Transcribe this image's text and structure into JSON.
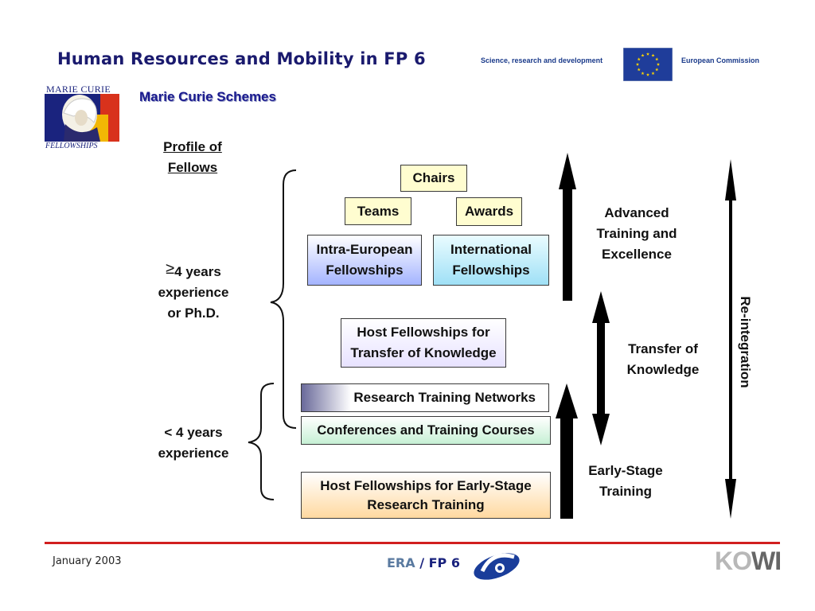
{
  "header": {
    "title": "Human Resources and Mobility in FP 6",
    "left_org": "Science, research and development",
    "right_org": "European Commission",
    "subtitle": "Marie Curie Schemes"
  },
  "logo": {
    "top_text": "MARIE CURIE",
    "bottom_text": "FELLOWSHIPS",
    "colors": {
      "navy": "#1a237e",
      "gold": "#f2b705",
      "red": "#d8321c"
    }
  },
  "eu_flag": {
    "icon": "eu-flag-icon",
    "background": "#1f3d9a",
    "star_color": "#ffd700"
  },
  "left_labels": {
    "profile_line1": "Profile of",
    "profile_line2": "Fellows",
    "senior_symbol": "≥",
    "senior_line1": "4 years",
    "senior_line2": "experience",
    "senior_line3": "or Ph.D.",
    "junior_line1": "< 4 years",
    "junior_line2": "experience"
  },
  "schemes": {
    "chairs": "Chairs",
    "teams": "Teams",
    "awards": "Awards",
    "intra_line1": "Intra-European",
    "intra_line2": "Fellowships",
    "intl_line1": "International",
    "intl_line2": "Fellowships",
    "tok_line1": "Host Fellowships for",
    "tok_line2": "Transfer of Knowledge",
    "rtn": "Research Training Networks",
    "conferences": "Conferences and Training Courses",
    "early_line1": "Host Fellowships for Early-Stage",
    "early_line2": "Research Training"
  },
  "right_labels": {
    "advanced_line1": "Advanced",
    "advanced_line2": "Training and",
    "advanced_line3": "Excellence",
    "transfer_line1": "Transfer of",
    "transfer_line2": "Knowledge",
    "early_line1": "Early-Stage",
    "early_line2": "Training",
    "reintegration": "Re-integration"
  },
  "footer": {
    "date": "January 2003",
    "era": "ERA",
    "separator": " / ",
    "fp": "FP 6",
    "kowi_ko": "KO",
    "kowi_wi": "WI",
    "accent_color": "#d11f1f"
  }
}
